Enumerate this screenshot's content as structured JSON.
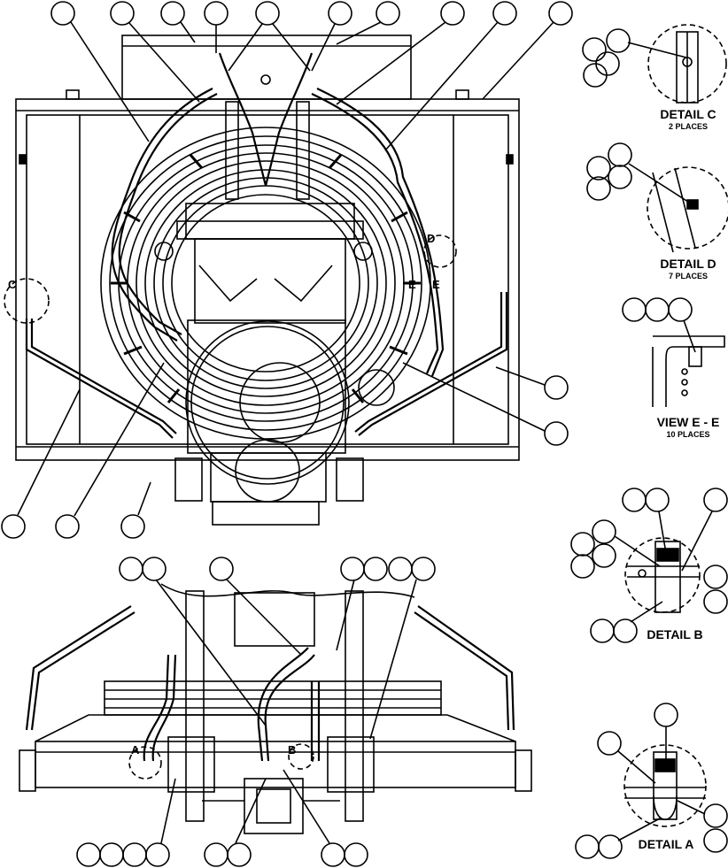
{
  "details": {
    "c": {
      "title": "DETAIL C",
      "note": "2 PLACES"
    },
    "d": {
      "title": "DETAIL D",
      "note": "7 PLACES"
    },
    "ee": {
      "title": "VIEW E - E",
      "note": "10 PLACES"
    },
    "b": {
      "title": "DETAIL B"
    },
    "a": {
      "title": "DETAIL A"
    }
  },
  "markers": {
    "c": "C",
    "d": "D",
    "e1": "E",
    "e2": "E",
    "a": "A",
    "b": "B"
  },
  "colors": {
    "line": "#000000",
    "background": "#ffffff"
  }
}
